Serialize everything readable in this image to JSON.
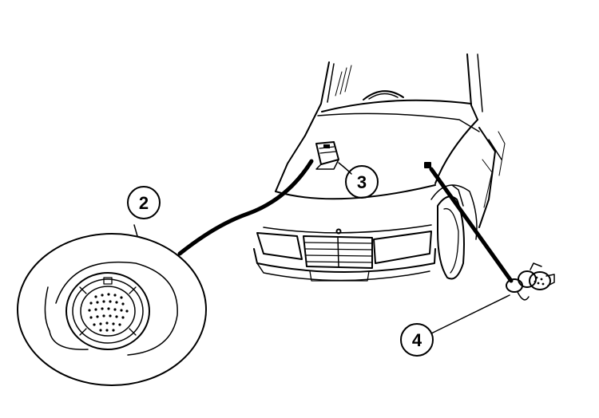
{
  "callouts": [
    {
      "label": "2"
    },
    {
      "label": "3"
    },
    {
      "label": "4"
    }
  ],
  "colors": {
    "line": "#000000",
    "background": "#ffffff"
  }
}
